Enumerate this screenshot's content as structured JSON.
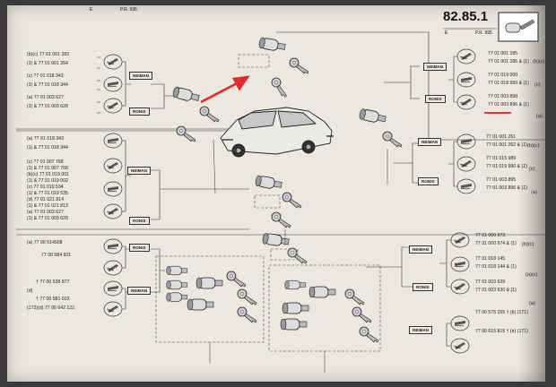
{
  "header": {
    "top_left_letter": "E",
    "top_left_code": "P.R. 995",
    "page_number": "82.85.1",
    "sub_letter": "E",
    "sub_code": "P.R. 995"
  },
  "labels": {
    "neiman": "NEIMAN",
    "ronis": "RONIS"
  },
  "colors": {
    "arrow": "#e22a2a",
    "underline": "#e02020",
    "ink": "#222222",
    "paper": "#ece8df"
  },
  "icons": [
    "key-icon",
    "lock-barrel-icon",
    "car-illustration"
  ],
  "left_groups": [
    {
      "lines": [
        "(b)(c) 77 01 001 283",
        "(1) & 77 01 001 264",
        "(c) 77 01 018 343",
        "(1) & 77 01 018 344",
        "(a) 77 01 003 627",
        "(1) & 77 01 003 628"
      ]
    },
    {
      "lines": [
        "(a) 77 01 018 343",
        "(1) & 77 01 018 344"
      ]
    },
    {
      "lines": [
        "(c) 77 01 007 768",
        "(1) & 77 01 007 768",
        "(b)(c) 77 01 019 001",
        "(1) & 77 01 019 002",
        "(c) 77 01 019 534",
        "(1) & 77 01 019 535",
        "(d) 77 01 021 814",
        "(1) & 77 01 021 813",
        "(a) 77 01 003 627",
        "(1) & 77 01 003 628"
      ]
    },
    {
      "lines": [
        "(a) 77 00 514508",
        "77 00 584 921"
      ]
    },
    {
      "lines": [
        "† 77 00 538 877",
        "(d)",
        "† 77 00 581 603",
        "(172)(d) 77 00 642 122"
      ]
    }
  ],
  "right_groups": [
    {
      "lines": [
        "77 01 001 285",
        "77 01 001 286 & (1)",
        "77 01 019 000",
        "77 01 018 999 & (1)",
        "77 01 003 898",
        "77 01 003 896 & (1)"
      ]
    },
    {
      "lines": [
        "77 01 001 261",
        "77 01 001 262 & (1)",
        "77 01 015 989",
        "77 01 015 990 & (1)",
        "77 01 003 895",
        "77 01 003 896 & (1)"
      ]
    },
    {
      "lines": [
        "77 01 000 973",
        "77 01 000 974 & (1)",
        "77 01 018 145",
        "77 01 018 144 & (1)",
        "77 01 003 629",
        "77 01 003 630 & (1)",
        "77 00 575 155 † (b) (171)",
        "77 00 615 815 † (e) (171)"
      ]
    }
  ],
  "right_suffixes": [
    "(b)(c)",
    "(c)",
    "(a)",
    "(b)(c)",
    "(c)",
    "(a)",
    "(b)(c)",
    "(a)(c)",
    "(a)"
  ]
}
